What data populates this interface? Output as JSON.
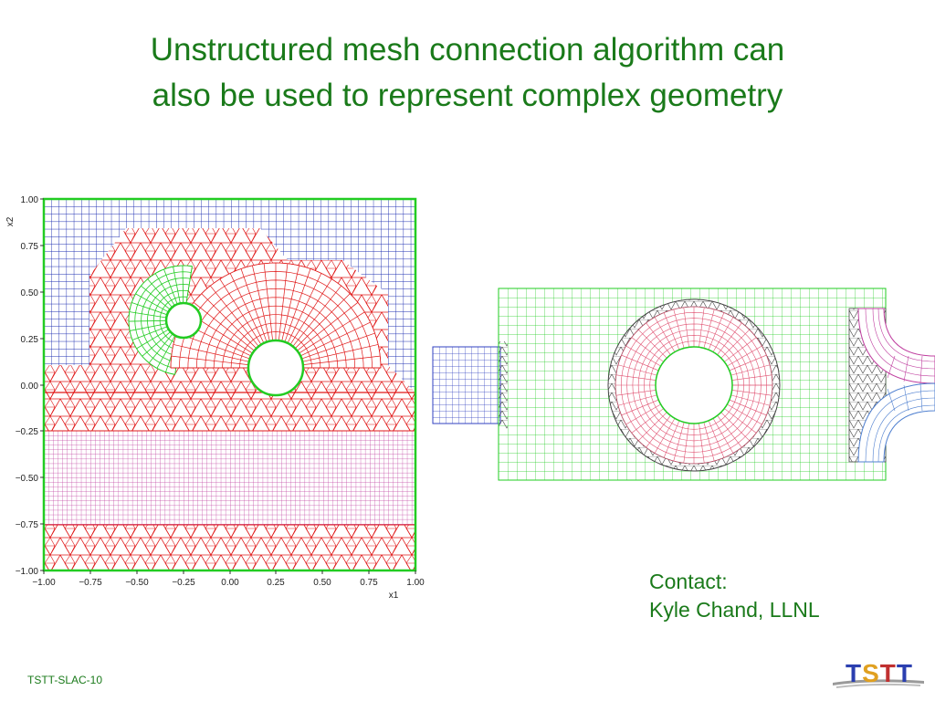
{
  "slide": {
    "title_line1": "Unstructured mesh connection algorithm can",
    "title_line2": "also be used to represent complex geometry",
    "contact_label": "Contact:",
    "contact_name": "Kyle Chand, LLNL",
    "footer": "TSTT-SLAC-10",
    "logo_text": [
      "T",
      "S",
      "T",
      "T"
    ]
  },
  "left_plot": {
    "x_axis_label": "x1",
    "y_axis_label": "x2",
    "x_ticks": [
      "−1.00",
      "−0.75",
      "−0.50",
      "−0.25",
      "0.00",
      "0.25",
      "0.50",
      "0.75",
      "1.00"
    ],
    "y_ticks": [
      "1.00",
      "0.75",
      "0.50",
      "0.25",
      "0.00",
      "−0.25",
      "−0.50",
      "−0.75",
      "−1.00"
    ]
  },
  "colors": {
    "title": "#1a7a1a",
    "blue_grid": "#1a2bb0",
    "red_mesh": "#e01818",
    "green_mesh": "#22cc22",
    "magenta_grid": "#c040a0",
    "black_mesh": "#444444",
    "logo": [
      "#2b3fb0",
      "#e0a020",
      "#c03030",
      "#2b3fb0"
    ]
  }
}
